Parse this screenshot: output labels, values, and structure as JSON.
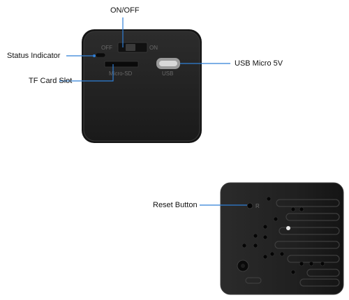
{
  "callouts": {
    "power_switch": "ON/OFF",
    "status_indicator": "Status Indicator",
    "tf_card_slot": "TF Card Slot",
    "usb_port": "USB Micro 5V",
    "reset_button": "Reset Button"
  },
  "device_silkscreen": {
    "switch_off": "OFF",
    "switch_on": "ON",
    "card_slot": "Micro-SD",
    "usb": "USB",
    "reset": "R"
  },
  "colors": {
    "callout_line": "#2f7fd6",
    "device_body": "#1c1c1c",
    "device_face": "#262626",
    "background": "#ffffff"
  }
}
